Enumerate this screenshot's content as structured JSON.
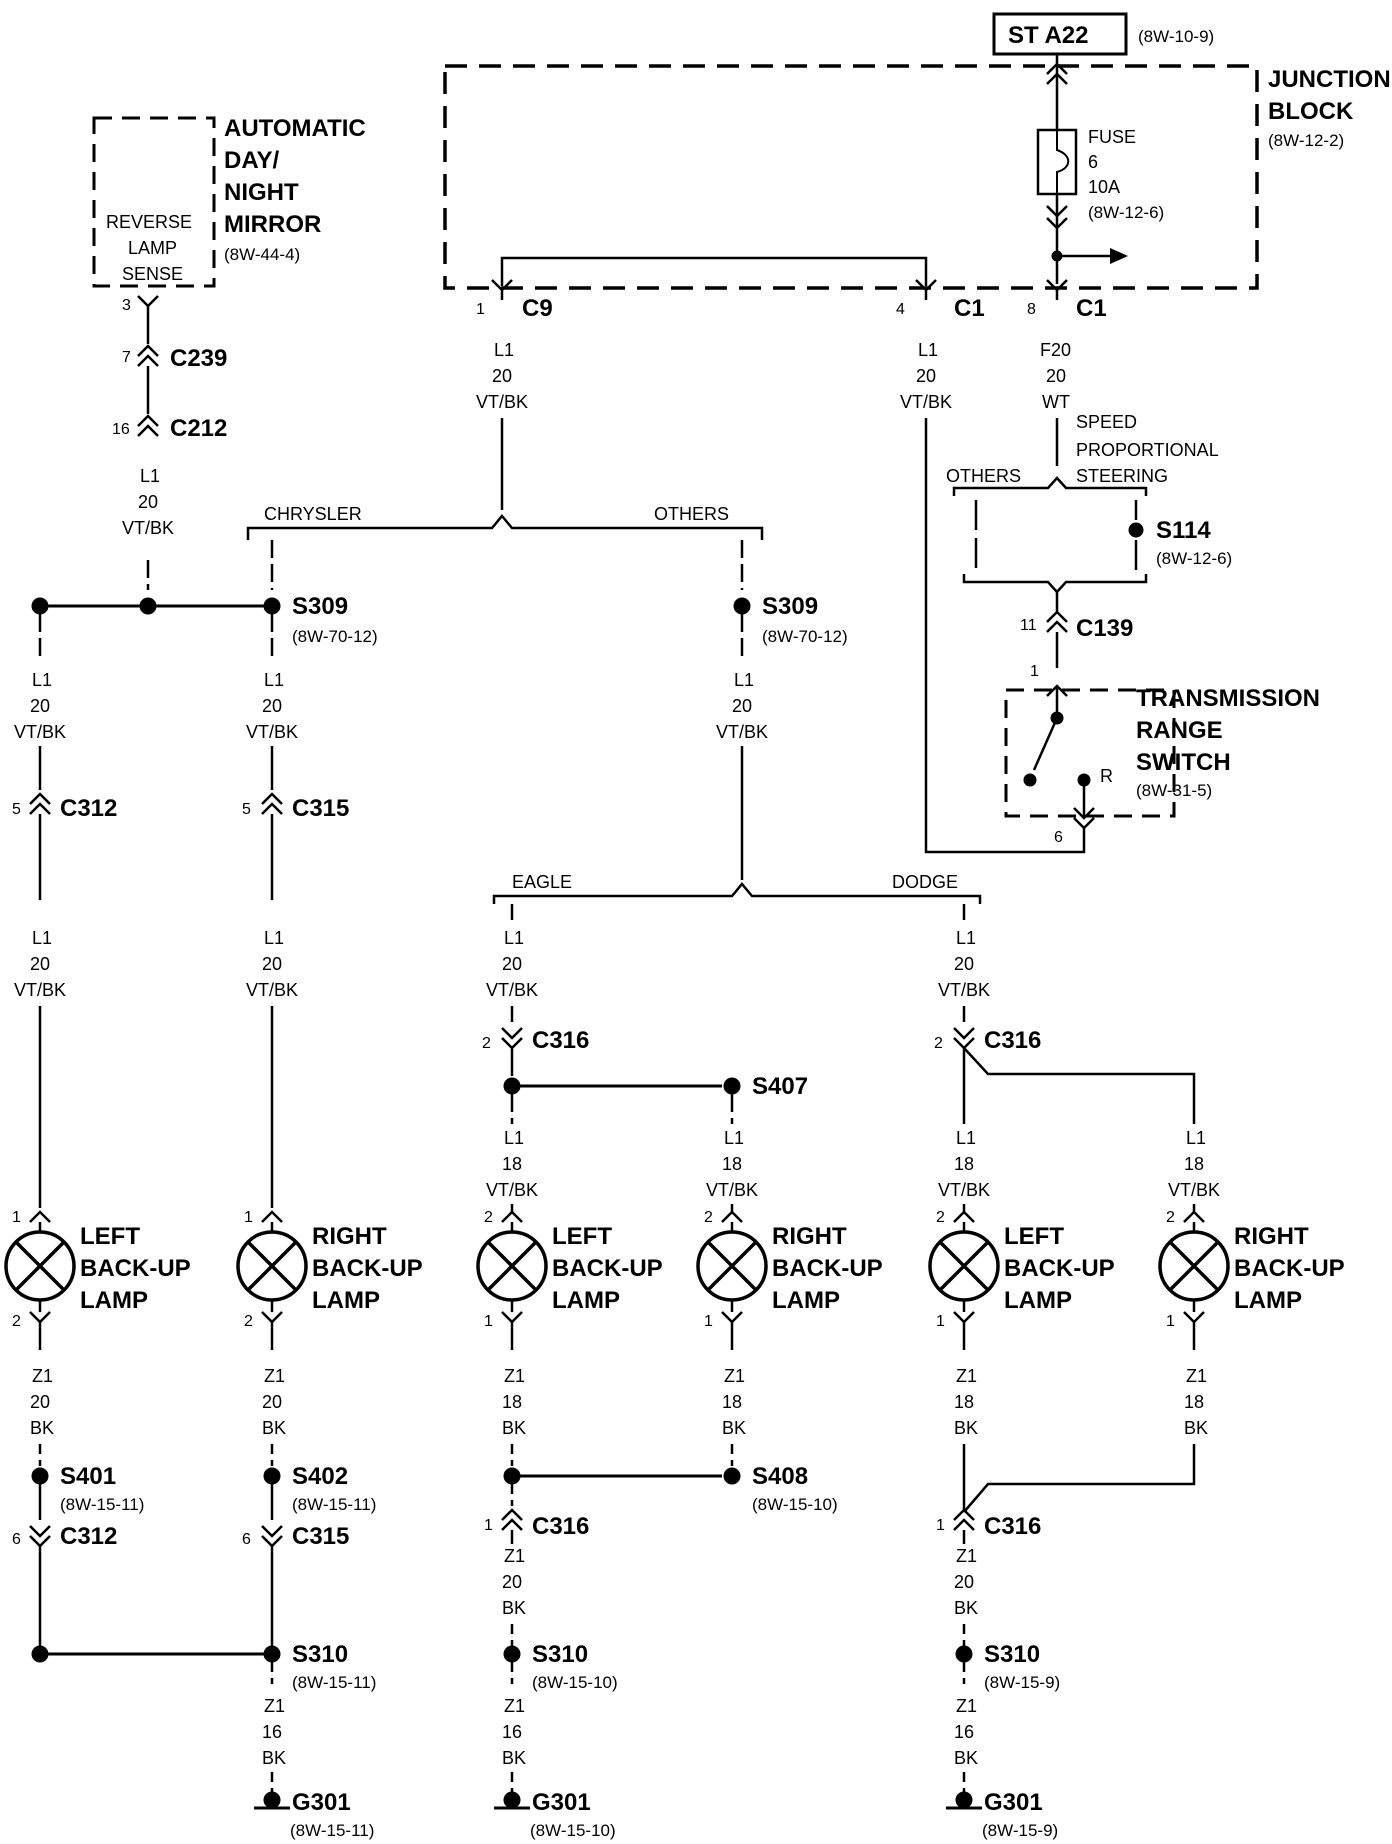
{
  "header": {
    "source_box": "ST A22",
    "source_ref": "(8W-10-9)"
  },
  "junction_block": {
    "title_1": "JUNCTION",
    "title_2": "BLOCK",
    "ref": "(8W-12-2)",
    "fuse_label": "FUSE",
    "fuse_num": "6",
    "fuse_amp": "10A",
    "fuse_ref": "(8W-12-6)"
  },
  "mirror": {
    "t1": "AUTOMATIC",
    "t2": "DAY/",
    "t3": "NIGHT",
    "t4": "MIRROR",
    "ref": "(8W-44-4)",
    "inner_1": "REVERSE",
    "inner_2": "LAMP",
    "inner_3": "SENSE"
  },
  "trs": {
    "t1": "TRANSMISSION",
    "t2": "RANGE",
    "t3": "SWITCH",
    "ref": "(8W-31-5)",
    "r": "R"
  },
  "connectors": {
    "c9": "C9",
    "c1": "C1",
    "c239": "C239",
    "c212": "C212",
    "c139": "C139",
    "c312": "C312",
    "c315": "C315",
    "c316": "C316"
  },
  "pins": {
    "p1": "1",
    "p2": "2",
    "p3": "3",
    "p4": "4",
    "p5": "5",
    "p6": "6",
    "p7": "7",
    "p8": "8",
    "p11": "11",
    "p16": "16"
  },
  "splices": {
    "s114": "S114",
    "s114_ref": "(8W-12-6)",
    "s309": "S309",
    "s309_ref": "(8W-70-12)",
    "s401": "S401",
    "s401_ref": "(8W-15-11)",
    "s402": "S402",
    "s402_ref": "(8W-15-11)",
    "s407": "S407",
    "s408": "S408",
    "s408_ref": "(8W-15-10)",
    "s310": "S310",
    "s310_ref_a": "(8W-15-11)",
    "s310_ref_b": "(8W-15-10)",
    "s310_ref_c": "(8W-15-9)"
  },
  "grounds": {
    "g301": "G301",
    "ref_a": "(8W-15-11)",
    "ref_b": "(8W-15-10)",
    "ref_c": "(8W-15-9)"
  },
  "wires": {
    "l1": "L1",
    "f20": "F20",
    "z1": "Z1",
    "g20": "20",
    "g18": "18",
    "g16": "16",
    "vtbk": "VT/BK",
    "wt": "WT",
    "bk": "BK"
  },
  "groups": {
    "chrysler": "CHRYSLER",
    "others": "OTHERS",
    "eagle": "EAGLE",
    "dodge": "DODGE",
    "sps_1": "SPEED",
    "sps_2": "PROPORTIONAL",
    "sps_3": "STEERING"
  },
  "lamps": {
    "left": "LEFT",
    "right": "RIGHT",
    "backup": "BACK-UP",
    "lamp": "LAMP"
  }
}
